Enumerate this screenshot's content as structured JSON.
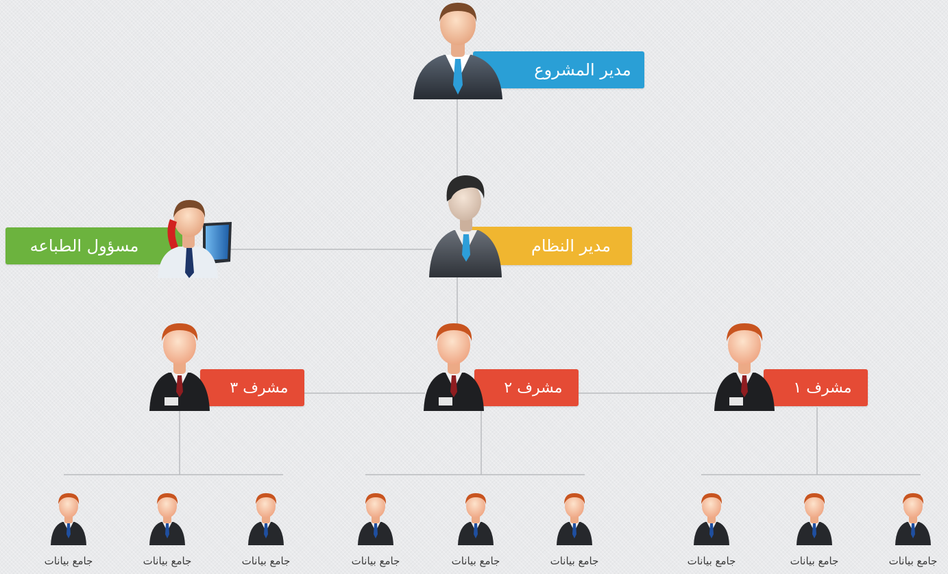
{
  "colors": {
    "project_manager": "#2a9fd6",
    "system_manager": "#f0b630",
    "print_officer": "#6cb33e",
    "supervisor": "#e54b35",
    "line": "#b9bbbe"
  },
  "project_manager": {
    "label": "مدير المشروع",
    "icon": "manager-person-icon"
  },
  "system_manager": {
    "label": "مدير النظام",
    "icon": "admin-person-icon"
  },
  "print_officer": {
    "label": "مسؤول الطباعه",
    "icon": "phone-operator-icon"
  },
  "supervisors": [
    {
      "label": "مشرف ١",
      "icon": "supervisor-person-icon"
    },
    {
      "label": "مشرف ٢",
      "icon": "supervisor-person-icon"
    },
    {
      "label": "مشرف ٣",
      "icon": "supervisor-person-icon"
    }
  ],
  "collector_label": "جامع بيانات",
  "collectors": [
    {
      "label": "جامع بيانات"
    },
    {
      "label": "جامع بيانات"
    },
    {
      "label": "جامع بيانات"
    },
    {
      "label": "جامع بيانات"
    },
    {
      "label": "جامع بيانات"
    },
    {
      "label": "جامع بيانات"
    },
    {
      "label": "جامع بيانات"
    },
    {
      "label": "جامع بيانات"
    },
    {
      "label": "جامع بيانات"
    }
  ]
}
